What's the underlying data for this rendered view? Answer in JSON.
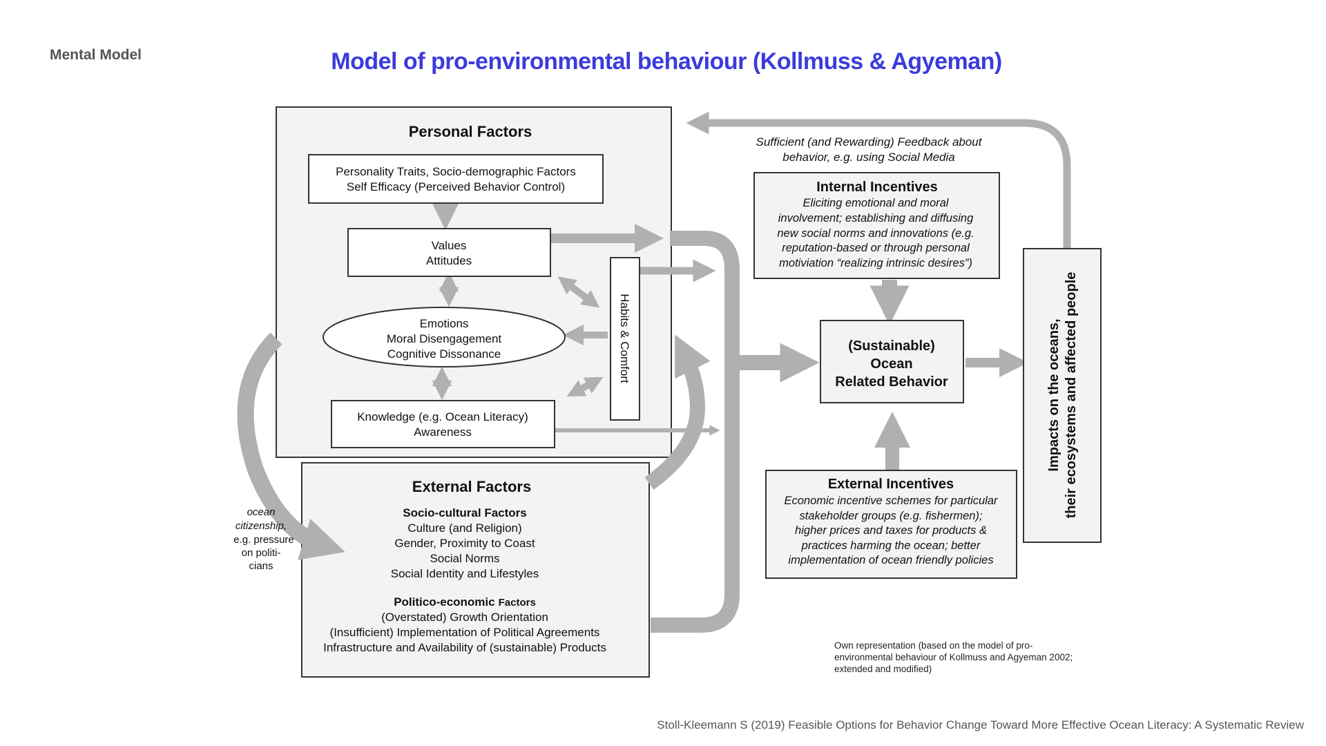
{
  "header": {
    "section_label": "Mental Model",
    "title": "Model of pro-environmental behaviour (Kollmuss & Agyeman)"
  },
  "diagram": {
    "personal_factors": {
      "title": "Personal Factors",
      "traits": [
        "Personality Traits, Socio-demographic Factors",
        "Self Efficacy (Perceived Behavior Control)"
      ],
      "values": [
        "Values",
        "Attitudes"
      ],
      "emotions": [
        "Emotions",
        "Moral Disengagement",
        "Cognitive Dissonance"
      ],
      "knowledge": [
        "Knowledge (e.g. Ocean Literacy)",
        "Awareness"
      ],
      "habits": "Habits & Comfort"
    },
    "external_factors": {
      "title": "External Factors",
      "socio_cultural_title": "Socio-cultural Factors",
      "socio_cultural_items": [
        "Culture (and Religion)",
        "Gender, Proximity to Coast",
        "Social Norms",
        "Social Identity and Lifestyles"
      ],
      "politico_title_main": "Politico-economic",
      "politico_title_suffix": "Factors",
      "politico_items": [
        "(Overstated) Growth Orientation",
        "(Insufficient) Implementation of Political Agreements",
        "Infrastructure and Availability of (sustainable) Products"
      ]
    },
    "feedback_label": [
      "Sufficient (and Rewarding) Feedback about",
      "behavior, e.g. using Social Media"
    ],
    "internal_incentives": {
      "title": "Internal Incentives",
      "lines": [
        "Eliciting emotional and moral",
        "involvement; establishing and diffusing",
        "new social norms and innovations (e.g.",
        "reputation-based or through personal",
        "motiviation “realizing intrinsic desires”)"
      ]
    },
    "behavior": [
      "(Sustainable)",
      "Ocean",
      "Related Behavior"
    ],
    "impacts": [
      "Impacts on the oceans,",
      "their ecosystems and affected people"
    ],
    "external_incentives": {
      "title": "External Incentives",
      "lines": [
        "Economic incentive schemes for particular",
        "stakeholder groups (e.g. fishermen);",
        "higher prices and taxes for products &",
        "practices harming the ocean; better",
        "implementation of ocean friendly policies"
      ]
    },
    "ocean_citizenship": [
      "ocean",
      "citizenship,",
      "e.g. pressure",
      "on politi-",
      "cians"
    ],
    "source_note": [
      "Own representation (based on the model of pro-",
      "environmental behaviour of Kollmuss and Agyeman 2002;",
      "extended and modified)"
    ]
  },
  "footer": {
    "citation": "Stoll-Kleemann S (2019) Feasible Options for Behavior Change Toward More Effective Ocean Literacy: A Systematic Review"
  },
  "colors": {
    "title": "#3b3bdc",
    "arrow": "#b0b0b0",
    "box_fill": "#f3f3f3"
  }
}
